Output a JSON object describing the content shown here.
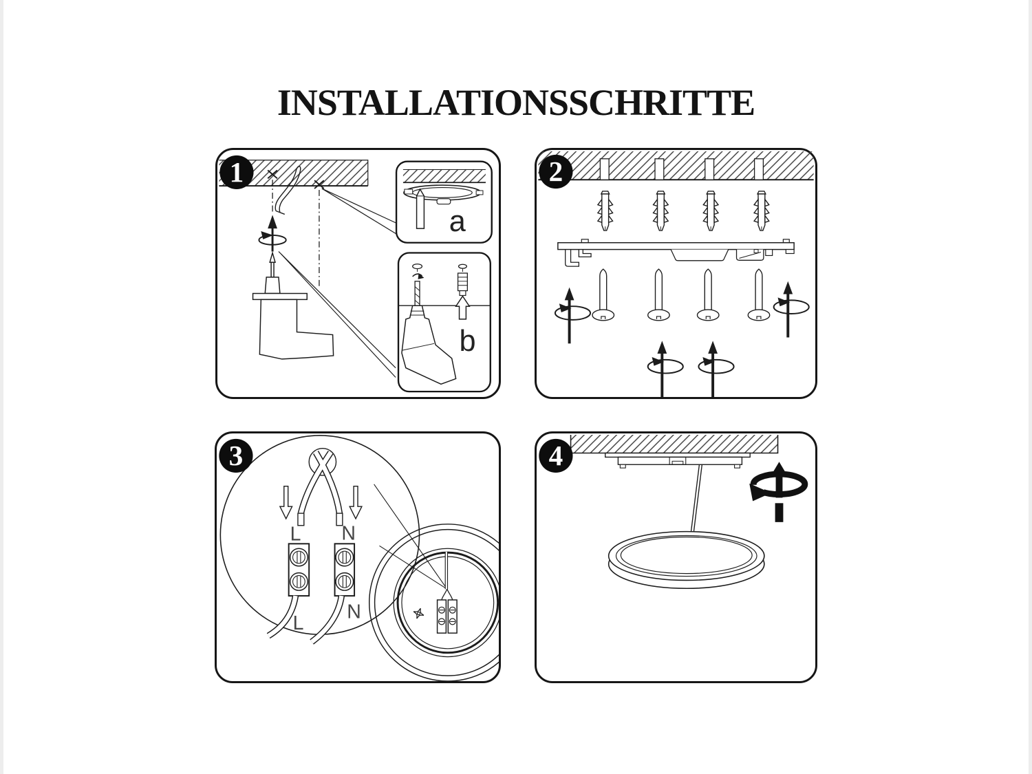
{
  "title": "INSTALLATIONSSCHRITTE",
  "colors": {
    "ink": "#1c1c1c",
    "badge": "#0d0d0d",
    "label_gray": "#474747",
    "background": "#ffffff"
  },
  "steps": [
    {
      "number": "1",
      "labels": {
        "detail_a": "a",
        "detail_b": "b"
      }
    },
    {
      "number": "2",
      "labels": {}
    },
    {
      "number": "3",
      "labels": {
        "live_top": "L",
        "neutral_top": "N",
        "live_bottom": "L",
        "neutral_bottom": "N"
      }
    },
    {
      "number": "4",
      "labels": {}
    }
  ]
}
